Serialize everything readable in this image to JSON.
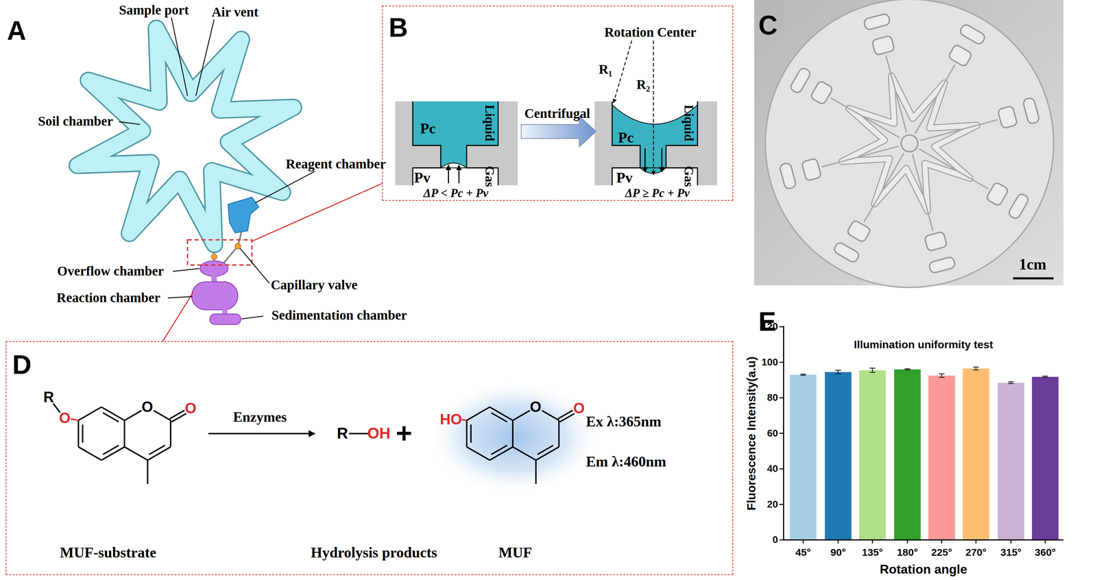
{
  "diagram": {
    "nodes": [
      {
        "text": [
          "B",
          "Rotation Center",
          "R₁",
          "R₂",
          "Pc",
          "Liquid",
          "Pv",
          "Gas",
          "ΔP < Pc + Pv",
          "Centrifugal",
          "Pc",
          "Liquid",
          "Pv",
          "Gas",
          "ΔP ≥ Pc + Pv"
        ]
      },
      {
        "text": [
          "D",
          "R",
          "O",
          "O",
          "O",
          "Enzymes",
          "R",
          "OH",
          "+",
          "HO",
          "O",
          "O",
          "Ex λ:365nm",
          "Em λ:460nm",
          "MUF-substrate",
          "Hydrolysis products",
          "MUF"
        ]
      }
    ],
    "labels": [
      "A",
      "Sample port",
      "Air vent",
      "Soil chamber",
      "Reagent chamber",
      "Overflow chamber",
      "Capillary valve",
      "Reaction chamber",
      "Sedimentation chamber",
      "C",
      "1cm",
      "E",
      "Illumination uniformity test",
      "Fluorescence Intensity(a.u)",
      "0",
      "20",
      "40",
      "60",
      "80",
      "100",
      "120",
      "45°",
      "90°",
      "135°",
      "180°",
      "225°",
      "270°",
      "315°",
      "360°",
      "Rotation angle"
    ]
  }
}
